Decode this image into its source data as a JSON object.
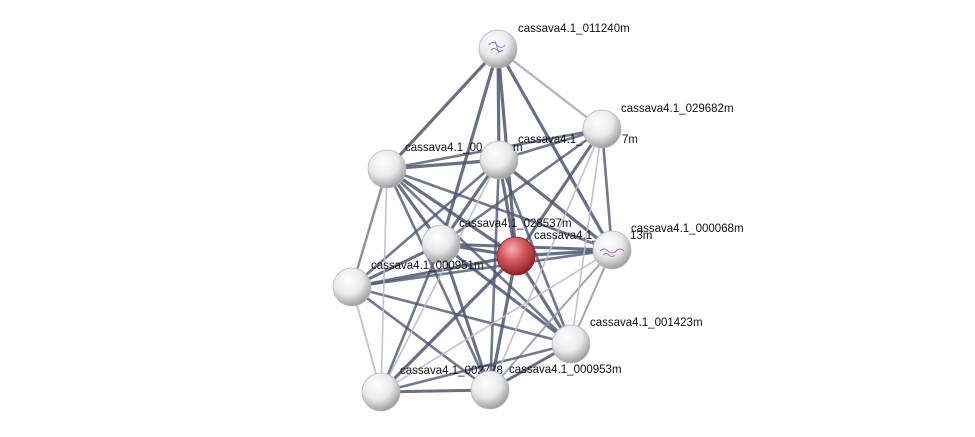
{
  "network": {
    "nodes": [
      {
        "id": "n011240",
        "label": "cassava4.1_011240m",
        "color": "white",
        "icon": "protein-structure-icon"
      },
      {
        "id": "n029682",
        "label": "cassava4.1_029682m",
        "color": "white"
      },
      {
        "id": "n00xxxx_a",
        "label": "cassava4.1_00",
        "color": "white"
      },
      {
        "id": "n00xxxx_b",
        "label": "cassava4.1_",
        "color": "white"
      },
      {
        "id": "n028537",
        "label": "cassava4.1_028537m",
        "color": "white"
      },
      {
        "id": "n_center",
        "label": "cassava4.1_",
        "color": "red"
      },
      {
        "id": "n000068",
        "label": "cassava4.1_000068m",
        "color": "white",
        "icon": "protein-structure-icon"
      },
      {
        "id": "n000951",
        "label": "cassava4.1_000951m",
        "color": "white"
      },
      {
        "id": "n001423",
        "label": "cassava4.1_001423m",
        "color": "white"
      },
      {
        "id": "n002778",
        "label": "cassava4.1_002778",
        "color": "white"
      },
      {
        "id": "n000953",
        "label": "cassava4.1_000953m",
        "color": "white"
      }
    ],
    "label_fragments": [
      "m",
      "7m",
      "13m"
    ],
    "colors": {
      "red_node": "#d64a4f",
      "white_node": "#e8e8e8",
      "edge_strong": "#4f5670",
      "edge_weak": "#b9bdca"
    }
  }
}
